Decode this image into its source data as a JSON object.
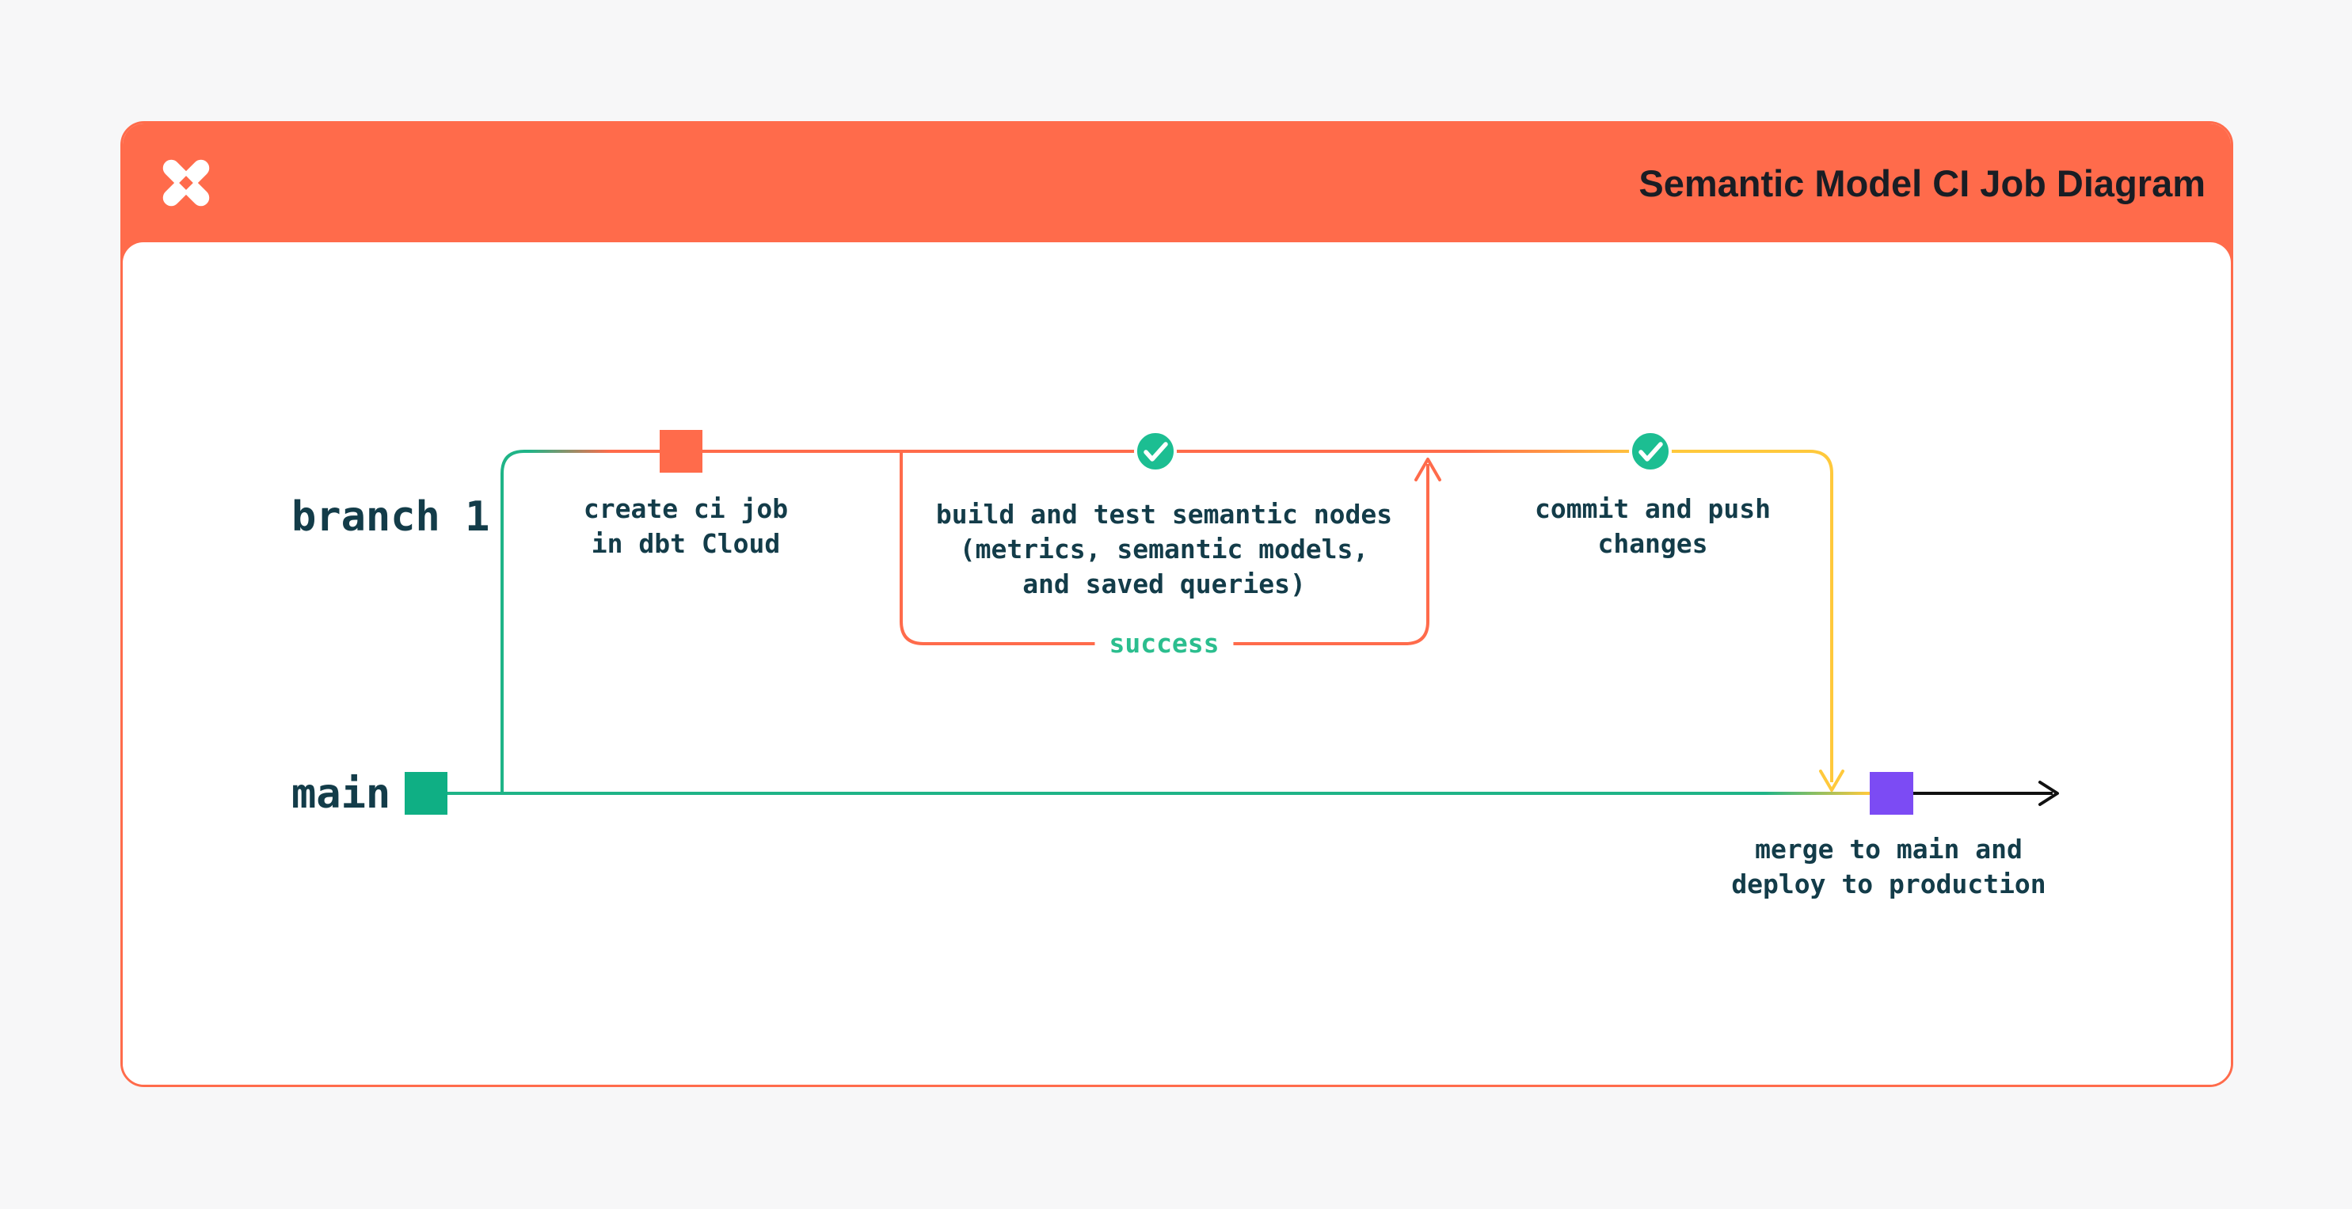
{
  "header": {
    "title": "Semantic Model CI Job Diagram",
    "logo_name": "dbt-logo"
  },
  "diagram": {
    "branch_lane_label": "branch 1",
    "main_lane_label": "main",
    "step_create": "create ci job\nin dbt Cloud",
    "step_build": "build and test semantic nodes\n(metrics, semantic models,\nand saved queries)",
    "loop_label": "success",
    "step_commit": "commit and push\nchanges",
    "step_merge": "merge to main and\ndeploy to production"
  },
  "colors": {
    "orange": "#FF6B4B",
    "line-green": "#1FB487",
    "node-green": "#0FAF84",
    "check-green": "#1CBE92",
    "success-green": "#2BBE8E",
    "yellow": "#FFC93C",
    "purple": "#7C4BF4",
    "label-dark": "#133C49",
    "title-dark": "#191D24",
    "arrow-black": "#111111",
    "page-bg": "#F7F7F8",
    "card-bg": "#FFFFFF"
  }
}
